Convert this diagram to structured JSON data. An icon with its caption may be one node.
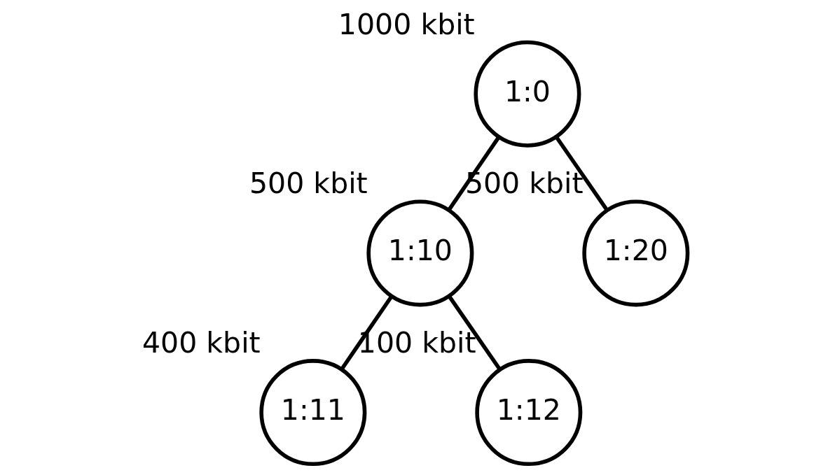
{
  "diagram": {
    "nodes": [
      {
        "text": [
          "1:0"
        ],
        "beside": [
          "1000 kbit"
        ]
      },
      {
        "text": [
          "1:10"
        ],
        "beside": [
          "500 kbit"
        ]
      },
      {
        "text": [
          "1:20"
        ],
        "beside": [
          "500 kbit"
        ]
      },
      {
        "text": [
          "1:11"
        ],
        "beside": [
          "400 kbit"
        ]
      },
      {
        "text": [
          "1:12"
        ],
        "beside": [
          "100 kbit"
        ]
      }
    ],
    "edges": [
      {
        "from": 0,
        "to": 1,
        "arrow": "none"
      },
      {
        "from": 0,
        "to": 2,
        "arrow": "none"
      },
      {
        "from": 1,
        "to": 3,
        "arrow": "none"
      },
      {
        "from": 1,
        "to": 4,
        "arrow": "none"
      }
    ]
  }
}
